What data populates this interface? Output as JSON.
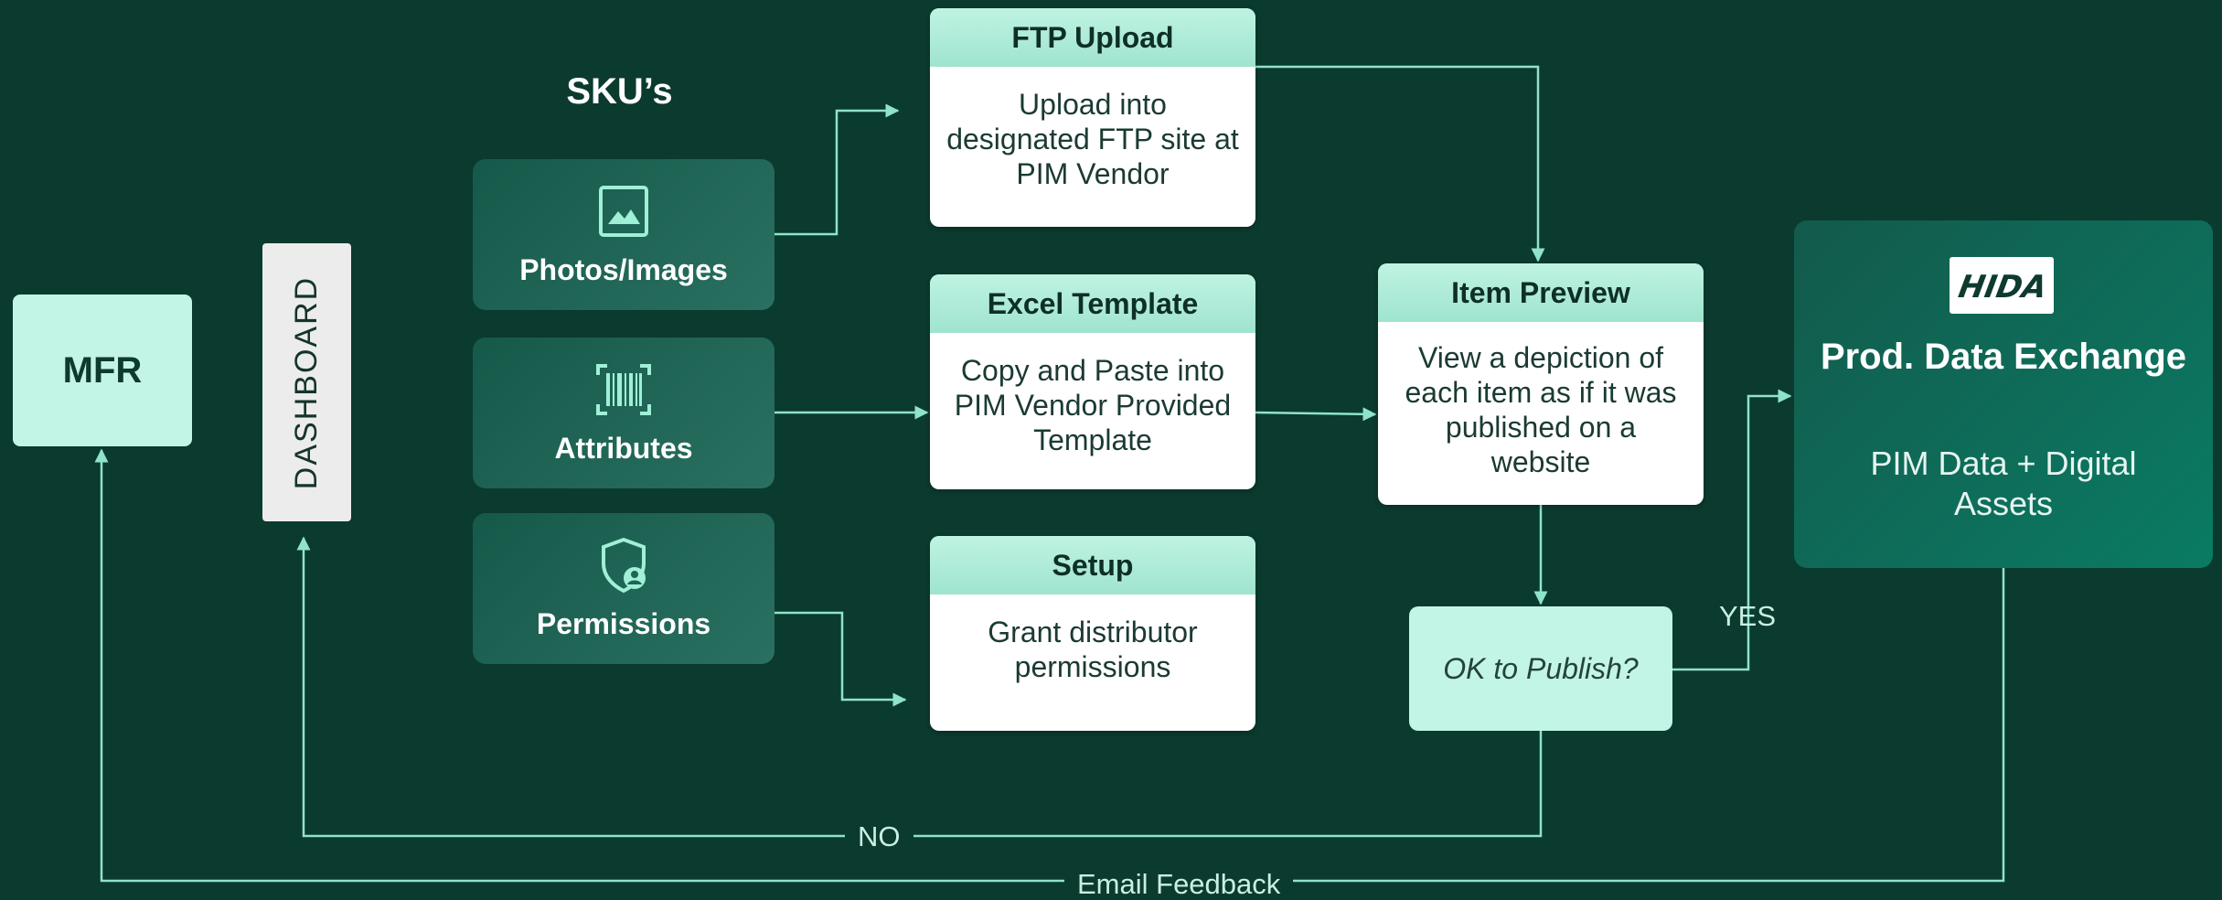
{
  "mfr": {
    "label": "MFR"
  },
  "dashboard": {
    "label": "DASHBOARD"
  },
  "skus": {
    "title": "SKU’s",
    "items": [
      {
        "label": "Photos/Images",
        "icon": "image-icon"
      },
      {
        "label": "Attributes",
        "icon": "barcode-icon"
      },
      {
        "label": "Permissions",
        "icon": "shield-user-icon"
      }
    ]
  },
  "steps": {
    "ftp": {
      "title": "FTP Upload",
      "body": "Upload into designated FTP site at PIM Vendor"
    },
    "excel": {
      "title": "Excel Template",
      "body": "Copy and Paste into PIM Vendor Provided Template"
    },
    "setup": {
      "title": "Setup",
      "body": "Grant distributor permissions"
    },
    "preview": {
      "title": "Item Preview",
      "body": "View a depiction of each item as if it was published on a website"
    },
    "decision": {
      "label": "OK to Publish?"
    }
  },
  "exchange": {
    "logo": "HIDA",
    "title": "Prod. Data Exchange",
    "subtitle": "PIM  Data + Digital Assets"
  },
  "paths": {
    "yes": "YES",
    "no": "NO",
    "email": "Email Feedback"
  },
  "colors": {
    "background": "#0b3a2f",
    "connector": "#8fe3c9",
    "mint": "#c3f5e6",
    "card_header": "#aeebd8"
  }
}
